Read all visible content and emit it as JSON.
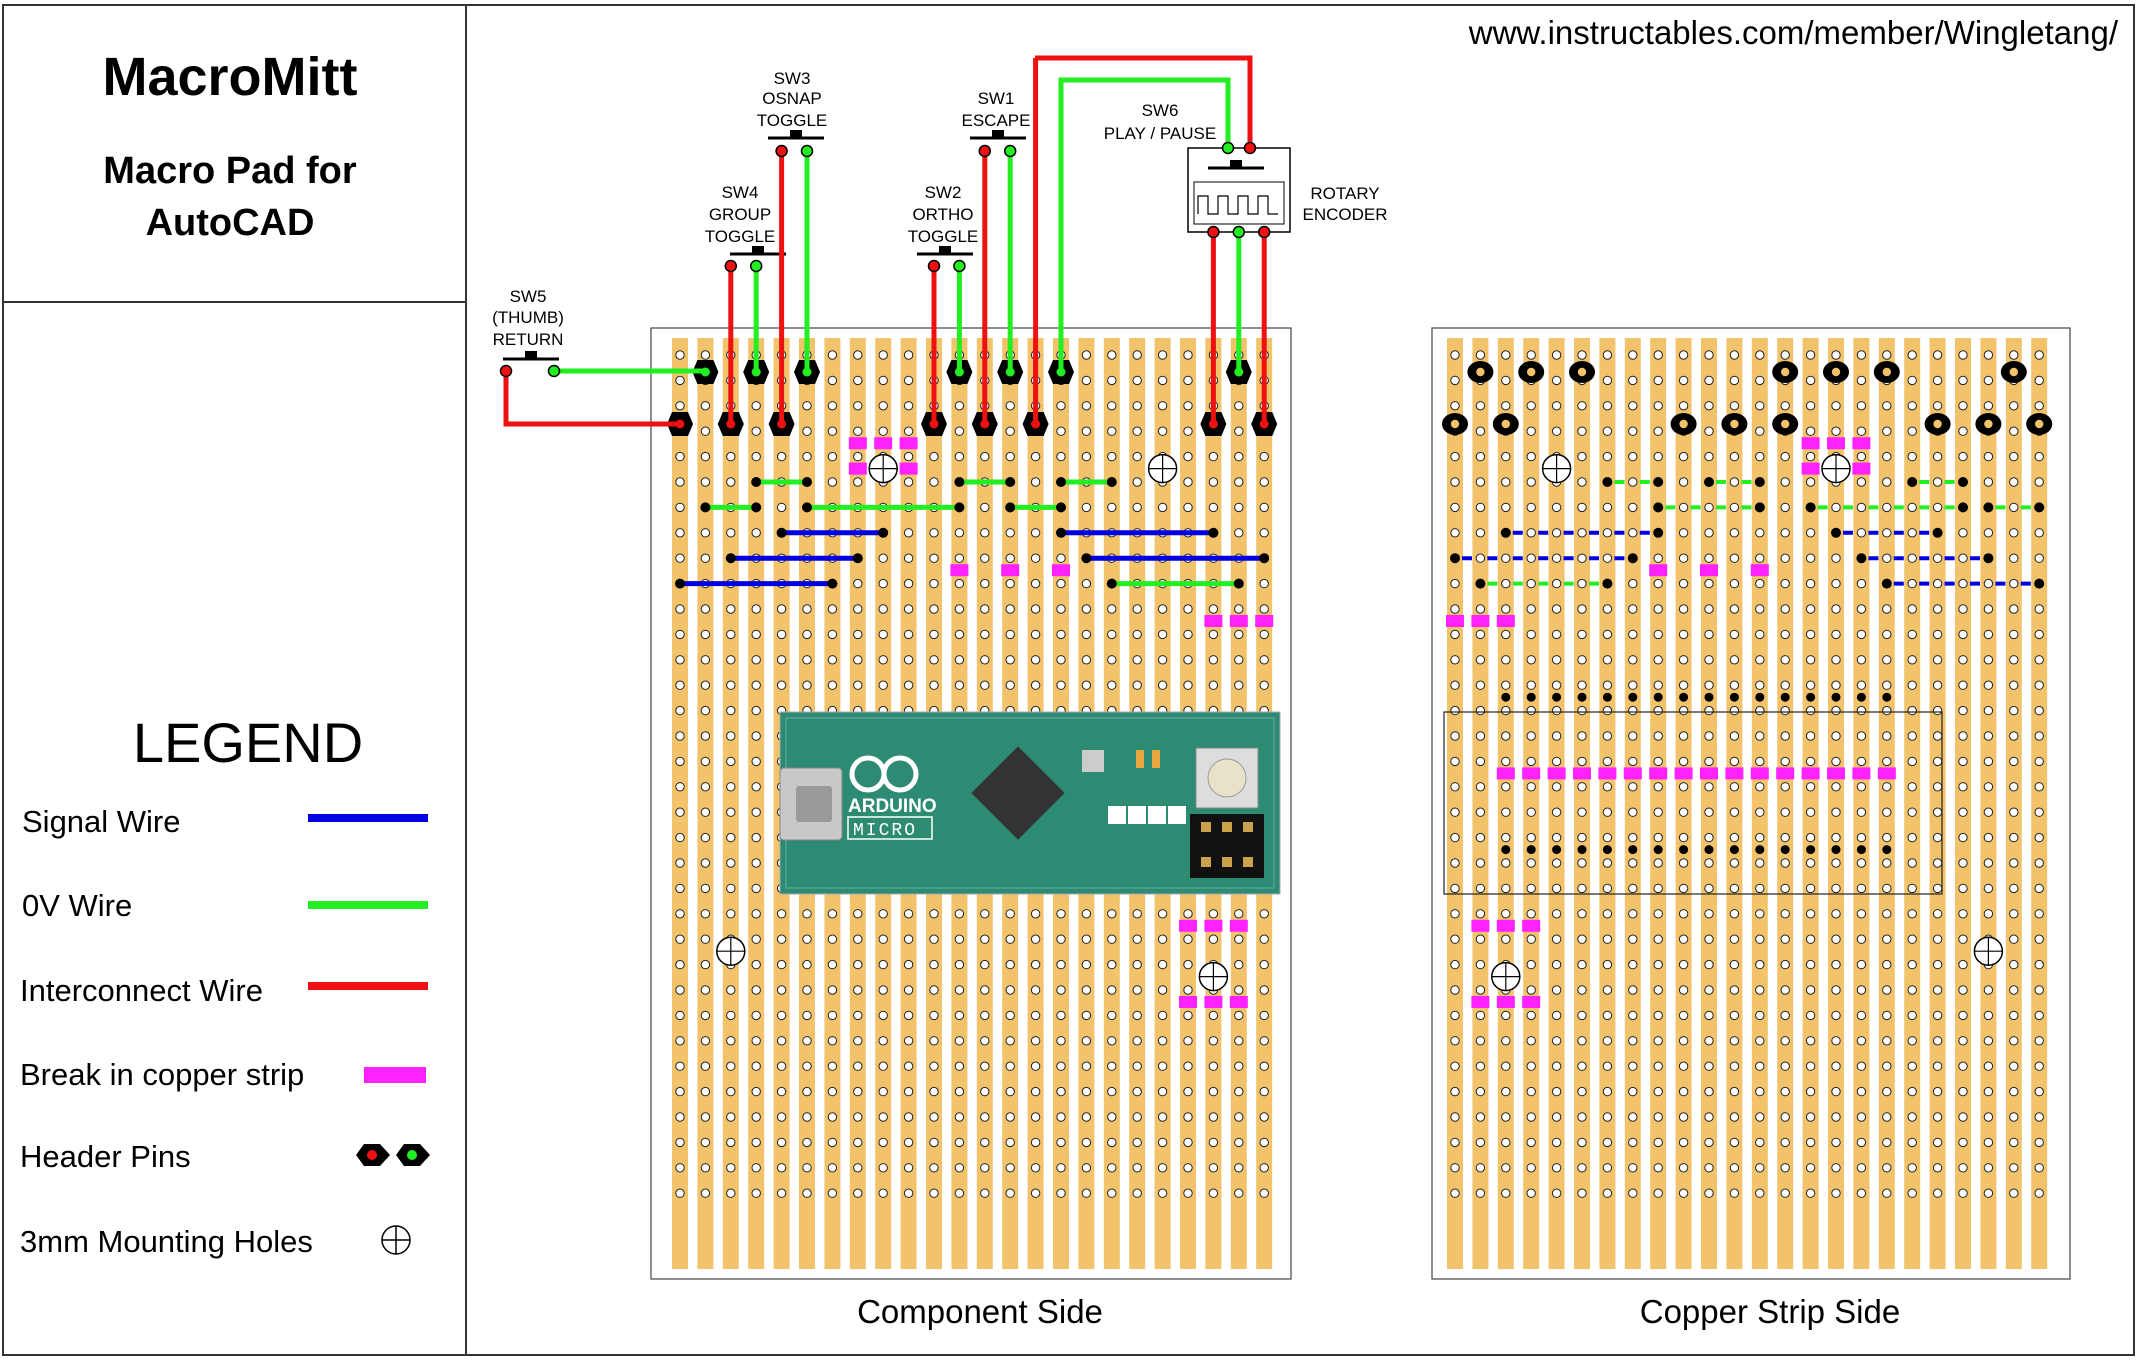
{
  "title": "MacroMitt",
  "subtitle_line1": "Macro Pad for",
  "subtitle_line2": "AutoCAD",
  "url": "www.instructables.com/member/Wingletang/",
  "legend": {
    "heading": "LEGEND",
    "signal": "Signal Wire",
    "zero_v": "0V Wire",
    "interconnect": "Interconnect Wire",
    "break": "Break in copper strip",
    "header": "Header Pins",
    "mount": "3mm Mounting Holes"
  },
  "colors": {
    "signal": "#0000e0",
    "zero_v": "#22ee22",
    "interconnect": "#ee1111",
    "break": "#ff22ff",
    "strip": "#f2c36b",
    "board_green": "#2d8a73"
  },
  "switches": {
    "sw1": [
      "SW1",
      "ESCAPE"
    ],
    "sw2": [
      "SW2",
      "ORTHO",
      "TOGGLE"
    ],
    "sw3": [
      "SW3",
      "OSNAP",
      "TOGGLE"
    ],
    "sw4": [
      "SW4",
      "GROUP",
      "TOGGLE"
    ],
    "sw5": [
      "SW5",
      "(THUMB)",
      "RETURN"
    ],
    "sw6": [
      "SW6",
      "PLAY / PAUSE"
    ],
    "encoder": [
      "ROTARY",
      "ENCODER"
    ]
  },
  "arduino": {
    "brand": "ARDUINO",
    "model": "MICRO"
  },
  "captions": {
    "component": "Component Side",
    "copper": "Copper Strip Side"
  }
}
